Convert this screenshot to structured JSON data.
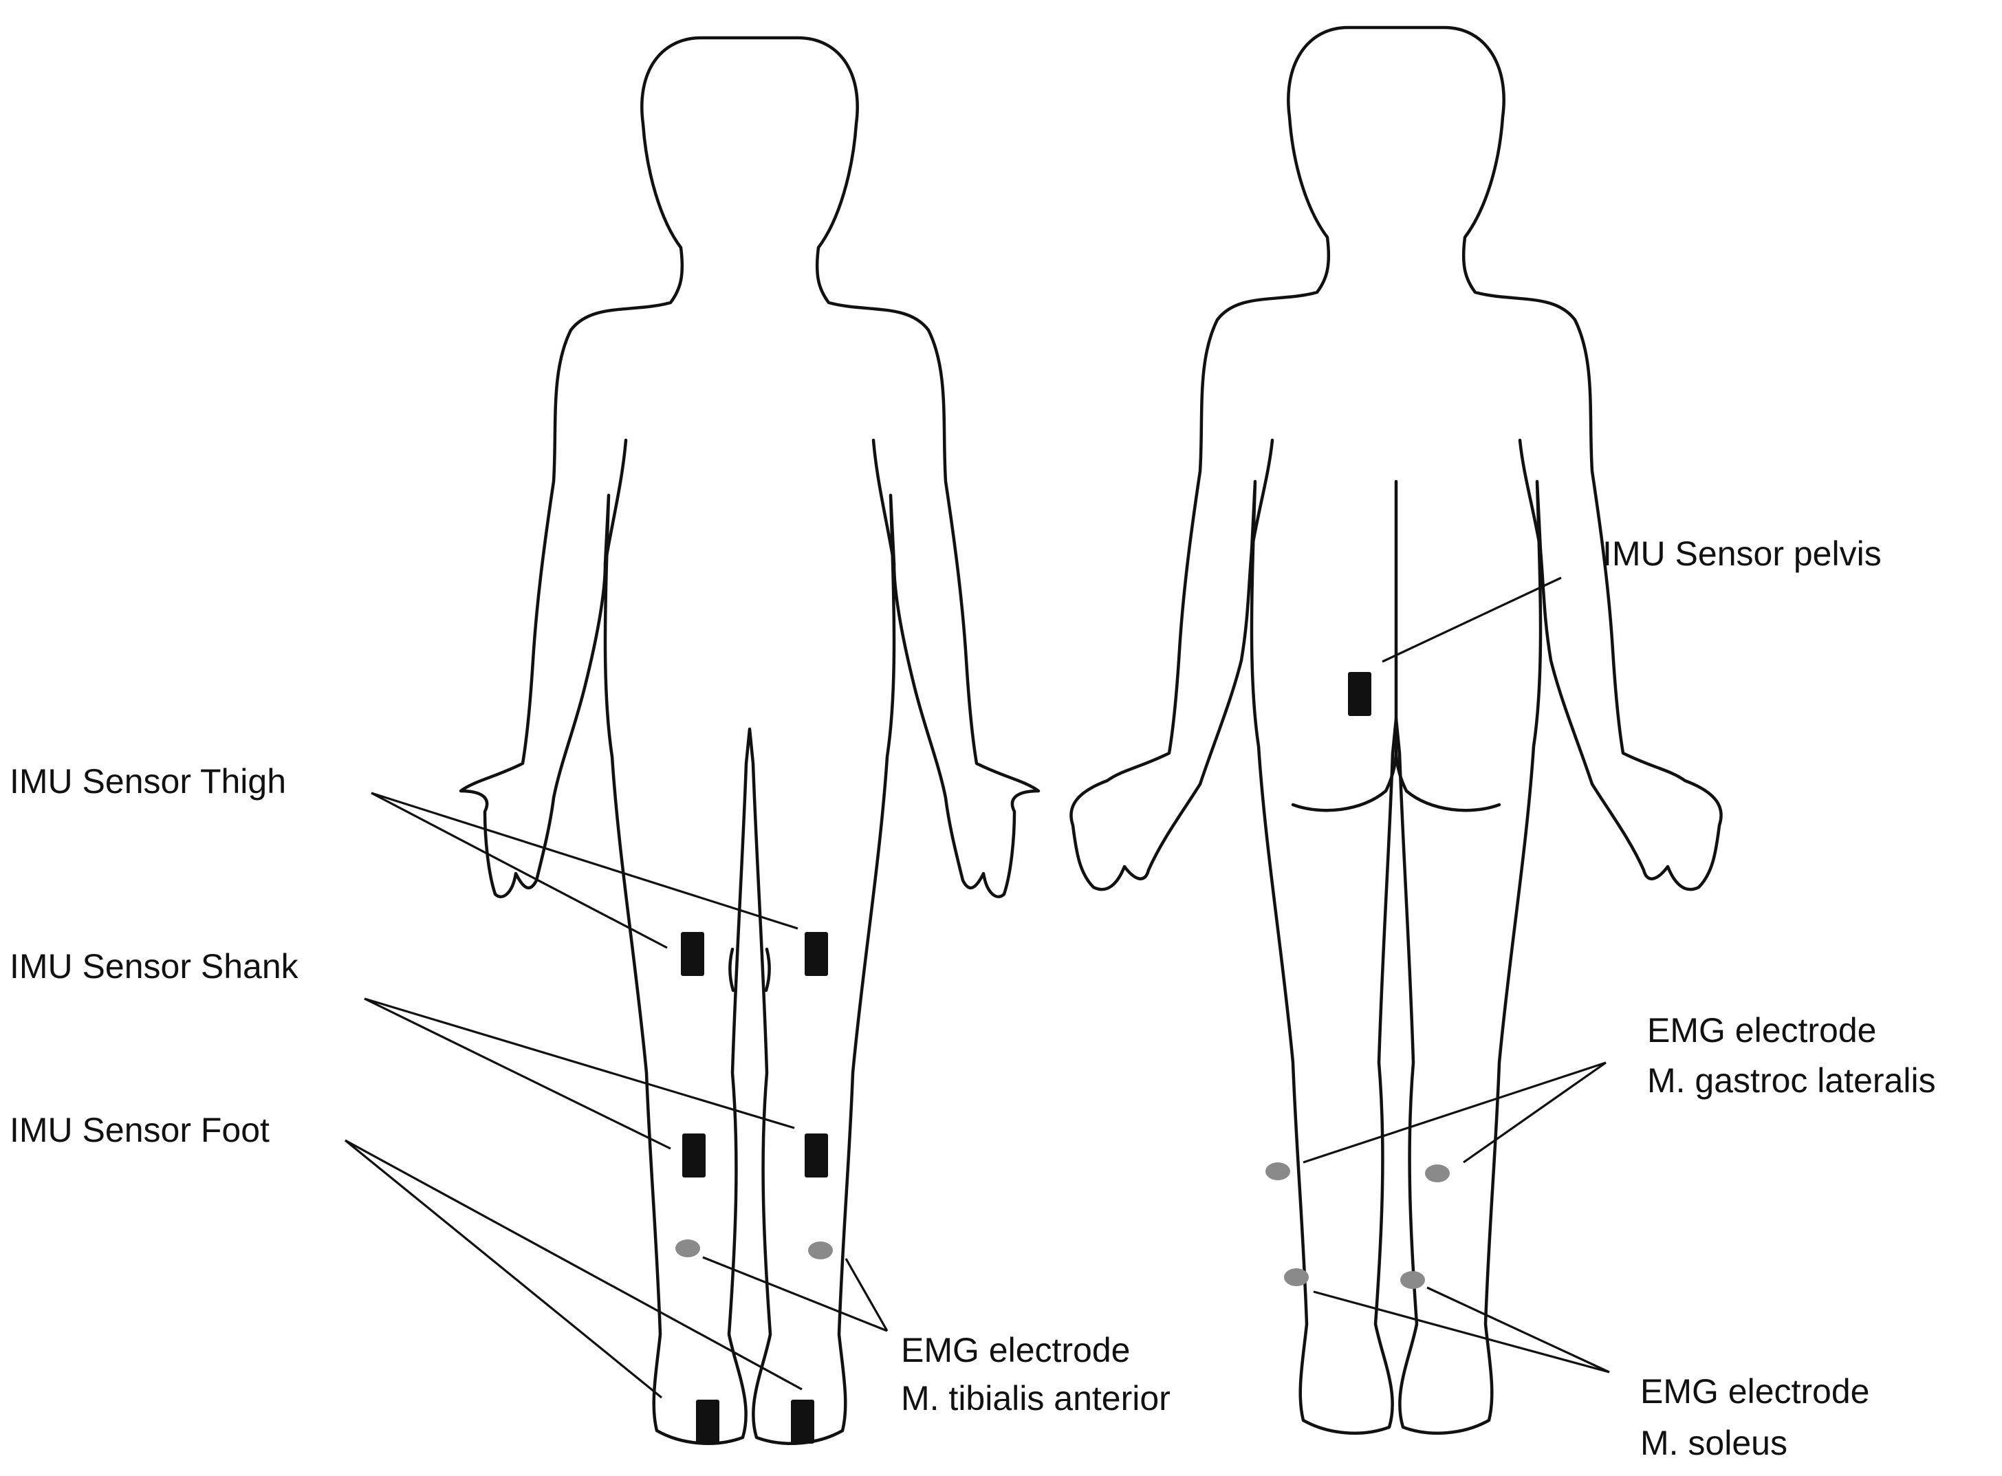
{
  "labels": {
    "imu_thigh": "IMU Sensor Thigh",
    "imu_shank": "IMU Sensor Shank",
    "imu_foot": "IMU Sensor Foot",
    "imu_pelvis": "IMU Sensor pelvis",
    "emg_tibialis_line1": "EMG electrode",
    "emg_tibialis_line2": "M. tibialis anterior",
    "emg_gastroc_line1": "EMG electrode",
    "emg_gastroc_line2": "M. gastroc lateralis",
    "emg_soleus_line1": "EMG electrode",
    "emg_soleus_line2": "M. soleus"
  },
  "colors": {
    "outline": "#111111",
    "imu_sensor": "#111111",
    "emg_electrode": "#8a8a8a"
  }
}
